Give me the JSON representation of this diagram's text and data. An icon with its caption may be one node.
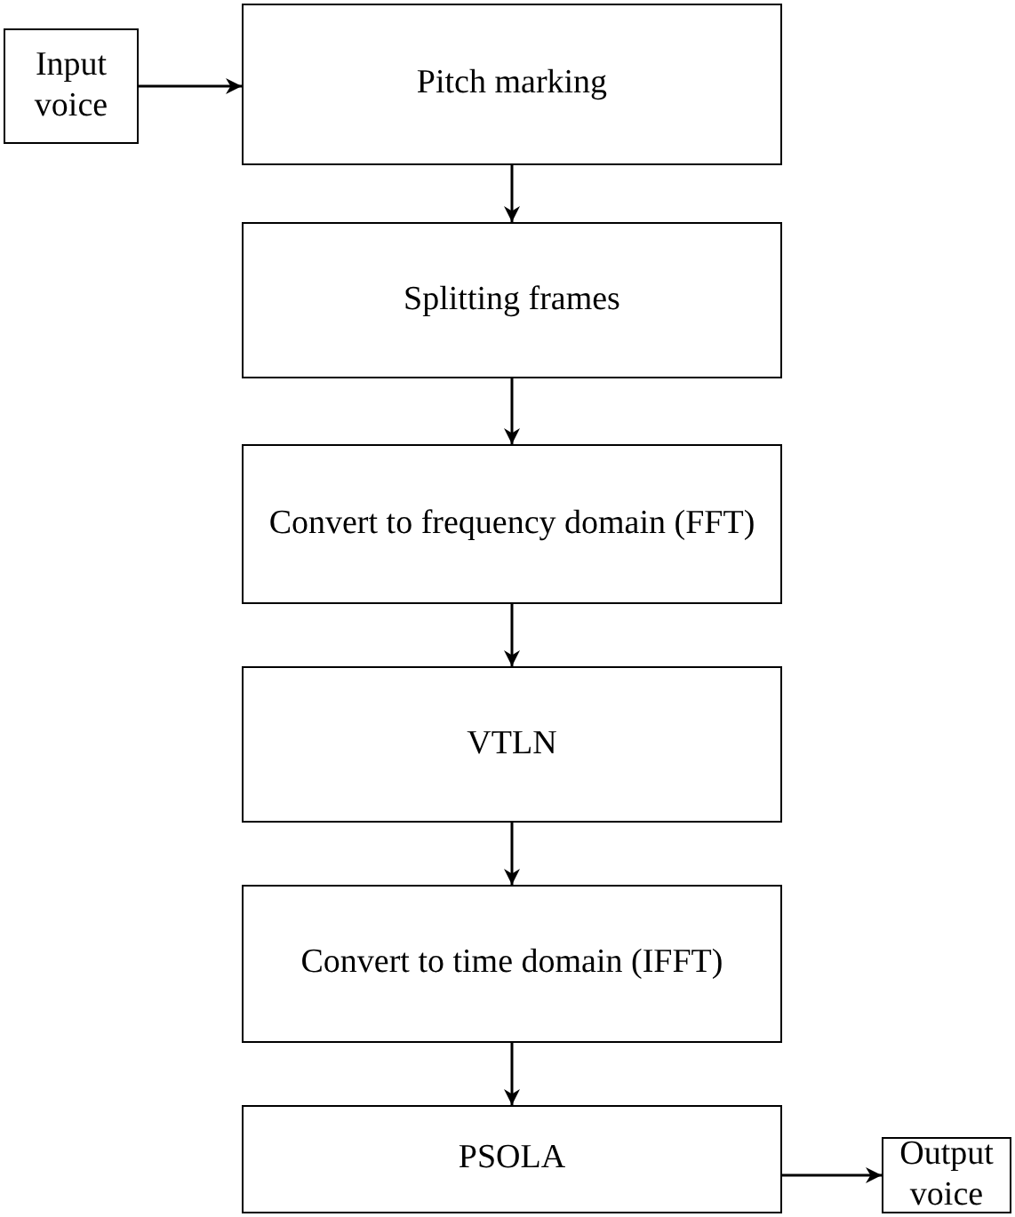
{
  "diagram": {
    "nodes": [
      {
        "text": [
          "Input voice"
        ]
      },
      {
        "text": [
          "Pitch marking"
        ]
      },
      {
        "text": [
          "Splitting frames"
        ]
      },
      {
        "text": [
          "Convert to frequency domain (FFT)"
        ]
      },
      {
        "text": [
          "VTLN"
        ]
      },
      {
        "text": [
          "Convert to time domain (IFFT)"
        ]
      },
      {
        "text": [
          "PSOLA"
        ]
      },
      {
        "text": [
          "Output voice"
        ]
      }
    ],
    "edges": [
      {
        "from": 0,
        "to": 1,
        "arrow": "to"
      },
      {
        "from": 1,
        "to": 2,
        "arrow": "to"
      },
      {
        "from": 2,
        "to": 3,
        "arrow": "to"
      },
      {
        "from": 3,
        "to": 4,
        "arrow": "to"
      },
      {
        "from": 4,
        "to": 5,
        "arrow": "to"
      },
      {
        "from": 5,
        "to": 6,
        "arrow": "to"
      },
      {
        "from": 6,
        "to": 7,
        "arrow": "to"
      }
    ]
  }
}
